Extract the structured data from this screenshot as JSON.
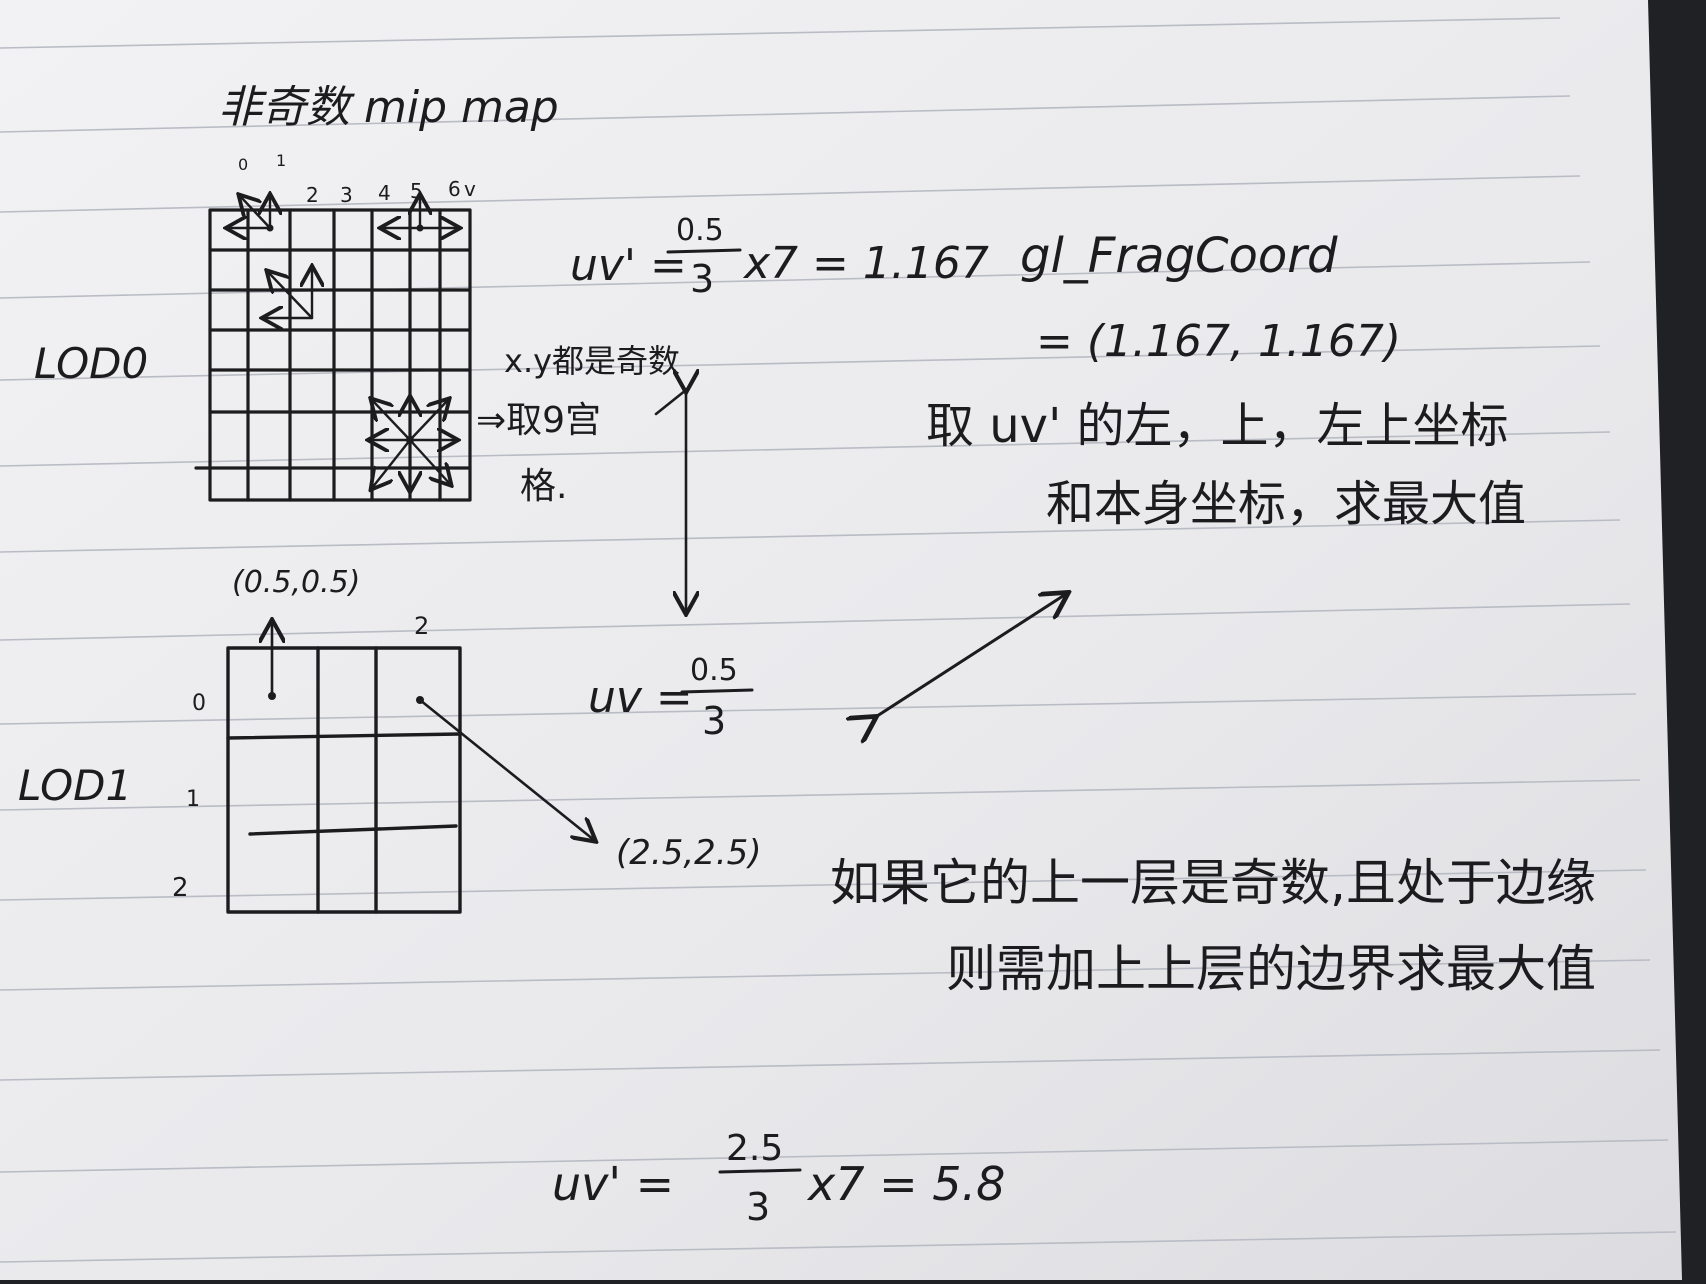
{
  "title": "非奇数 mip map",
  "lod0": {
    "label": "LOD0",
    "col_labels": [
      "0",
      "1",
      "2",
      "3",
      "4",
      "5",
      "6",
      "v"
    ],
    "note_line1": "x.y都是奇数",
    "note_line2": "⇒取9宫",
    "note_line3": "格."
  },
  "lod1": {
    "label": "LOD1",
    "top_point": "(0.5,0.5)",
    "col_label": "2",
    "row_labels": [
      "0",
      "1",
      "2"
    ],
    "bottom_point": "(2.5,2.5)"
  },
  "formulas": {
    "uv_prime_lhs": "uv' =",
    "uv_prime_num": "0.5",
    "uv_prime_den": "3",
    "uv_prime_rhs": "x7 = 1.167",
    "uv_lhs": "uv =",
    "uv_num": "0.5",
    "uv_den": "3",
    "bottom_lhs": "uv' =",
    "bottom_num": "2.5",
    "bottom_den": "3",
    "bottom_rhs": "x7 = 5.8"
  },
  "frag": {
    "line1": "gl_FragCoord",
    "line2": "= (1.167, 1.167)"
  },
  "notes": {
    "sample_line1": "取 uv' 的左，上，左上坐标",
    "sample_line2": "和本身坐标，求最大值",
    "edge_line1": "如果它的上一层是奇数,且处于边缘",
    "edge_line2": "则需加上上层的边界求最大值"
  }
}
